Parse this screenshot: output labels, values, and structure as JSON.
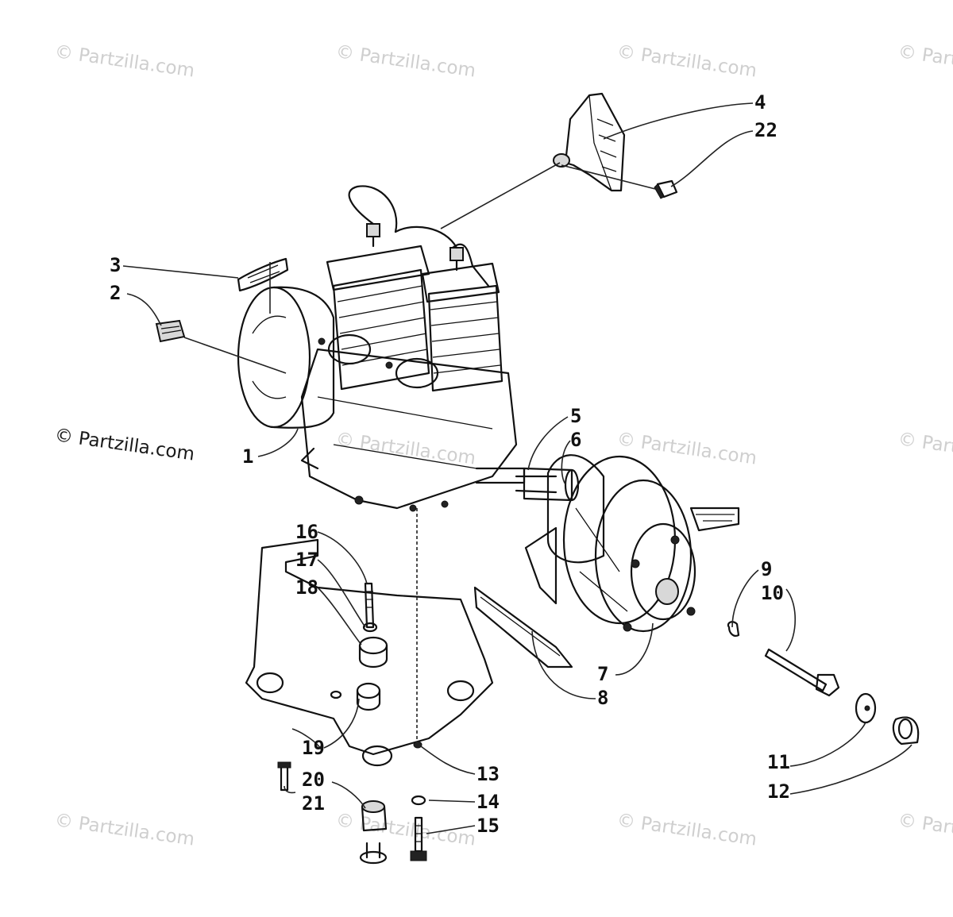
{
  "watermark": {
    "text": "© Partzilla.com",
    "primary_text": "© Partzilla.com"
  },
  "callouts": {
    "c1": "1",
    "c2": "2",
    "c3": "3",
    "c4": "4",
    "c5": "5",
    "c6": "6",
    "c7": "7",
    "c8": "8",
    "c9": "9",
    "c10": "10",
    "c11": "11",
    "c12": "12",
    "c13": "13",
    "c14": "14",
    "c15": "15",
    "c16": "16",
    "c17": "17",
    "c18": "18",
    "c19": "19",
    "c20": "20",
    "c21": "21",
    "c22": "22"
  }
}
